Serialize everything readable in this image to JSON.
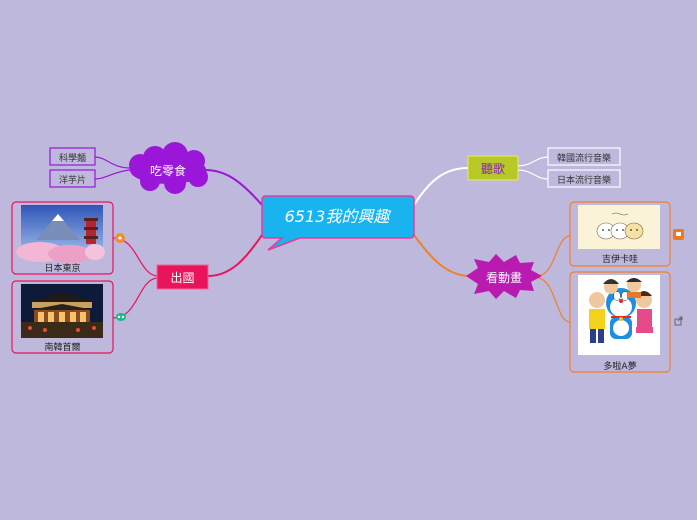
{
  "central": {
    "title": "6513我的興趣"
  },
  "branches": {
    "snacks": {
      "label": "吃零食",
      "children": [
        "科學麵",
        "洋芋片"
      ]
    },
    "music": {
      "label": "聽歌",
      "children": [
        "韓國流行音樂",
        "日本流行音樂"
      ]
    },
    "travel": {
      "label": "出國",
      "children": [
        "日本東京",
        "南韓首爾"
      ]
    },
    "anime": {
      "label": "看動畫",
      "children": [
        "吉伊卡哇",
        "多啦A夢"
      ]
    }
  },
  "colors": {
    "background": "#bdb8dc",
    "central": "#19b4f0",
    "snacks": "#9a16d8",
    "music": "#b8c826",
    "travel": "#e8155c",
    "anime": "#b91ab0",
    "anime_lines": "#f0802a"
  }
}
